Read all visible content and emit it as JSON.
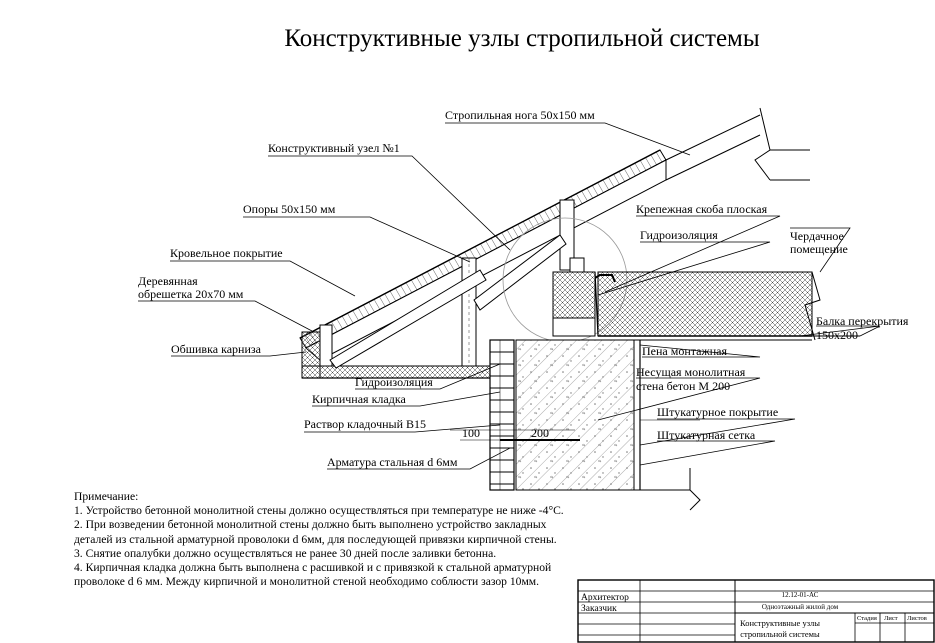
{
  "title": "Конструктивные узлы стропильной системы",
  "labels": {
    "rafter": "Стропильная нога 50х150 мм",
    "node1": "Конструктивный узел №1",
    "supports": "Опоры 50х150 мм",
    "roofing": "Кровельное покрытие",
    "lath_1": "Деревянная",
    "lath_2": "обрешетка 20х70 мм",
    "eaves": "Обшивка карниза",
    "waterproof_low": "Гидроизоляция",
    "brickwork": "Кирпичная кладка",
    "mortar": "Раствор кладочный В15",
    "rebar": "Арматура стальная d 6мм",
    "bracket": "Крепежная скоба плоская",
    "waterproof_high": "Гидроизоляция",
    "attic_1": "Чердачное",
    "attic_2": "помещение",
    "beam_1": "Балка перекрытия",
    "beam_2": "150х200",
    "foam": "Пена монтажная",
    "wall_1": "Несущая монолитная",
    "wall_2": "стена бетон М 200",
    "plaster": "Штукатурное покрытие",
    "mesh": "Штукатурная сетка",
    "dim_100": "100",
    "dim_200": "200"
  },
  "notes": {
    "heading": "Примечание:",
    "items": [
      "1. Устройство бетонной монолитной стены должно осуществляться при температуре не ниже -4°С.",
      "2. При возведении бетонной монолитной стены должно быть выполнено устройство закладных деталей из стальной арматурной проволоки d 6мм, для последующей привязки кирпичной стены.",
      "3. Снятие опалубки должно осуществляться не ранее 30 дней после заливки бетонна.",
      "4. Кирпичная кладка должна быть выполнена с расшивкой и с привязкой к  стальной арматурной проволоке d 6 мм. Между кирпичной и монолитной стеной необходимо соблюсти зазор 10мм."
    ]
  },
  "stamp": {
    "architect": "Архитектор",
    "client": "Заказчик",
    "code": "12.12-01-АС",
    "project": "Одноэтажный жилой дом",
    "sheet_title_1": "Конструктивные узлы",
    "sheet_title_2": "стропильной системы",
    "stage": "Стадия",
    "sheet": "Лист",
    "sheets": "Листов"
  }
}
